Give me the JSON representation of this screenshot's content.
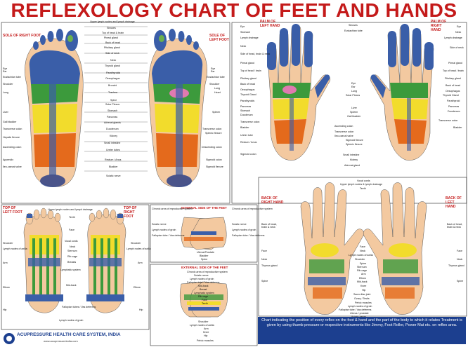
{
  "title": "REFLEXOLOGY CHART OF FEET AND HANDS",
  "panels": {
    "sole_right": "SOLE OF RIGHT FOOT",
    "sole_left": "SOLE OF LEFT FOOT",
    "palm_left": "PALM OF LEFT HAND",
    "palm_right": "PALM OF RIGHT HAND",
    "top_left_foot": "TOP OF LEFT FOOT",
    "top_right_foot": "TOP OF RIGHT FOOT",
    "back_right_hand": "BACK OF RIGHT HAND",
    "back_left_hand": "BACK OF LEFT HAND",
    "internal_side": "INTERNAL SIDE OF THE FEET",
    "external_side": "EXTERNAL SIDE OF THE FEET"
  },
  "sole_center_labels": [
    "Upper lymph nodes and lymph drainage",
    "Sinuses",
    "Top of head & brain",
    "Pineal gland",
    "Back of head",
    "Pituitary gland",
    "Side of neck",
    "Neck",
    "Thyroid gland",
    "Parathyroids",
    "Oesophagus",
    "Bronchi",
    "Trachea",
    "Spine",
    "Solar Plexus",
    "Stomach",
    "Pancreas",
    "Adrenal glands",
    "Duodenum",
    "Kidney",
    "Small intestine",
    "Ureter tubes",
    "Rectum / Anus",
    "Bladder",
    "Sciatic nerve"
  ],
  "sole_right_side": [
    "Eye",
    "Ear",
    "Eustachian tube",
    "Shoulder",
    "Lung",
    "Liver",
    "Gall bladder",
    "Transverse colon",
    "Hepatic flexure",
    "Ascending colon",
    "Appendix",
    "Ileo-caecal valve"
  ],
  "sole_left_side": [
    "Eye",
    "Ear",
    "Eustachian tube",
    "Shoulder",
    "Lung",
    "Heart",
    "Spleen",
    "Transverse colon",
    "Splenic flexure",
    "Descending colon",
    "Sigmoid colon",
    "Sigmoid flexure"
  ],
  "palm_center_labels": [
    "Sinuses",
    "Eustachian tube",
    "Eye",
    "Ear",
    "Lung",
    "Solar Plexus",
    "Liver",
    "Spleen",
    "Gall bladder",
    "Ascending colon",
    "Transverse colon",
    "Ileo-caecal valve",
    "Sigmoid flexure",
    "Splenic flexure",
    "Small intestine",
    "Kidney",
    "Adrenal gland"
  ],
  "palm_left_side": [
    "Eye",
    "Stomach",
    "Lymph drainage",
    "Neck",
    "Side of head, brain & neck",
    "Pineal gland",
    "Top of head / brain",
    "Pituitary gland",
    "Back of head",
    "Oesophagus",
    "Thyroid Gland",
    "Parathyroids",
    "Pancreas",
    "Stomach",
    "Duodenum",
    "Transverse colon",
    "Bladder",
    "Ureter tube",
    "Rectum / Anus",
    "Sigmoid colon"
  ],
  "palm_right_side": [
    "Eye",
    "Neck",
    "Lymph drainage",
    "Side of neck",
    "Pineal gland",
    "Top of head / brain",
    "Pituitary gland",
    "Back of head",
    "Oesophagus",
    "Thyroid Gland",
    "Parathyroid",
    "Pancreas",
    "Duodenum",
    "Transverse colon",
    "Bladder"
  ],
  "top_foot_labels": [
    "Upper lymph nodes and lymph drainage",
    "Teeth",
    "Face",
    "Vocal cords",
    "Neck",
    "Sternum",
    "Rib cage",
    "Breasts",
    "Lymphatic system",
    "Mid-back",
    "Fallopian tubes / Vas deferens",
    "Lymph nodes of groin"
  ],
  "top_foot_sides": [
    "Shoulder",
    "Lymph nodes of axilla",
    "Arm",
    "Elbow",
    "Hip"
  ],
  "internal_labels": [
    "Chronic area of reproductive system",
    "Sciatic nerve",
    "Lymph nodes of groin",
    "Fallopian tube / Vas deferens",
    "Uterus/Prostate",
    "Bladder",
    "Spine"
  ],
  "external_labels": [
    "Chronic area of reproductive system",
    "Sciatic nerve",
    "Lymph nodes of groin",
    "Fallopian tube / Vas deferens",
    "Mid-back",
    "Breast",
    "Lymphatic system",
    "Rib cage",
    "Face",
    "Teeth",
    "Shoulder",
    "Lymph nodes of axilla",
    "Arm",
    "Knee",
    "Hip",
    "Pelvic muscles"
  ],
  "back_hand_center": [
    "Vocal cords",
    "Upper lymph nodes & lymph drainage",
    "Teeth",
    "Face",
    "Neck",
    "Lymph nodes of axilla",
    "Shoulder",
    "Spine",
    "Sternum",
    "Rib cage",
    "Arm",
    "Elbow",
    "Mid-back",
    "Knee",
    "Hip",
    "Sacro-iliac joint",
    "Ovary / Testis",
    "Pelvic muscles",
    "Lymph nodes of groin",
    "Fallopian tube / Vas deferens",
    "Uterus / prostate",
    "Sciatic nerve"
  ],
  "back_hand_sides": [
    "Back of head, brain & neck",
    "Face",
    "Neck",
    "Thymus gland",
    "Spine",
    "Back of head, brain & neck",
    "Face",
    "Neck",
    "Thymus gland",
    "Spine"
  ],
  "footer_text": "Chart indicating the position of every reflex on the foot & hand and the part of the body to which it relates Treatment is given by using thumb pressure or respective instruments like Jimmy, Foot Roller, Power Mat etc. on reflex area.",
  "brand": "ACUPRESSURE HEALTH CARE SYSTEM, INDIA",
  "brand_url": "www.acupressureindia.com",
  "colors": {
    "title": "#c41a1a",
    "skin": "#f3c9a0",
    "blue": "#3a5ea8",
    "green": "#3c9a3c",
    "yellow": "#f2dc2c",
    "orange": "#e46a1c",
    "navy": "#1c3f8f"
  }
}
